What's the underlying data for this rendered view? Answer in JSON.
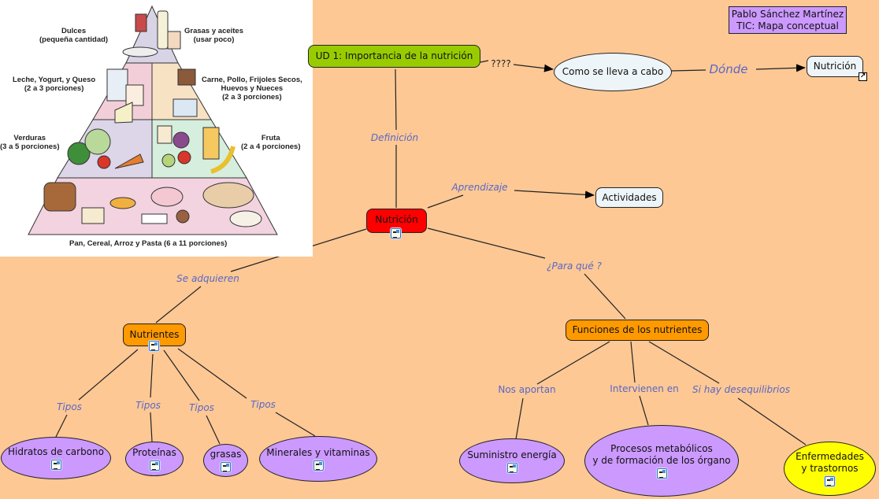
{
  "credit": {
    "line1": "Pablo Sánchez Martínez",
    "line2": "TIC: Mapa conceptual"
  },
  "image": {
    "name": "food-pyramid",
    "labels": {
      "sweets": [
        "Dulces",
        "(pequeña cantidad)"
      ],
      "fats": [
        "Grasas y aceites",
        "(usar poco)"
      ],
      "dairy": [
        "Leche, Yogurt, y Queso",
        "(2 a 3 porciones)"
      ],
      "protein": [
        "Carne, Pollo, Frijoles Secos,",
        "Huevos y Nueces",
        "(2 a 3 porciones)"
      ],
      "vegetables": [
        "Verduras",
        "(3 a 5 porciones)"
      ],
      "fruit": [
        "Fruta",
        "(2 a 4 porciones)"
      ],
      "grains": [
        "Pan, Cereal, Arroz y Pasta (6 a 11 porciones)"
      ]
    },
    "colors": {
      "top": "#d9d3e6",
      "dairy": "#f2cfd8",
      "protein": "#f7e2c4",
      "vegetables": "#ddd5e8",
      "fruit": "#d6eedd",
      "grains": "#f3d3e0"
    }
  },
  "colors": {
    "background": "#fdc894",
    "root": "#99cc00",
    "center": "#ff0000",
    "orange": "#ff9900",
    "purple": "#cc99ff",
    "yellow": "#ffff00",
    "light": "#eef5f8",
    "link_label": "#5867c8"
  },
  "nodes": {
    "root": "UD 1: Importancia de la nutrición",
    "como": "Como se lleva a cabo",
    "nutricion_link": "Nutrición",
    "actividades": "Actividades",
    "nutricion": "Nutrición",
    "nutrientes": "Nutrientes",
    "funciones": "Funciones de los nutrientes",
    "hidratos": "Hidratos de carbono",
    "proteinas": "Proteínas",
    "grasas": "grasas",
    "minerales": "Minerales y vitaminas",
    "suministro": "Suministro energía",
    "procesos_1": "Procesos metabólicos",
    "procesos_2": "y de formación de los órgano",
    "enfermedades_1": "Enfermedades",
    "enfermedades_2": "y trastornos"
  },
  "links": {
    "qqqq": "????",
    "donde": "Dónde",
    "definicion": "Definición",
    "aprendizaje": "Aprendizaje",
    "se_adquieren": "Se adquieren",
    "para_que": "¿Para qué ?",
    "tipos_1": "Tipos",
    "tipos_2": "Tipos",
    "tipos_3": "Tipos",
    "tipos_4": "Tipos",
    "nos_aportan": "Nos aportan",
    "intervienen": "Intervienen en",
    "desequilibrios": "Si hay desequilibrios"
  }
}
